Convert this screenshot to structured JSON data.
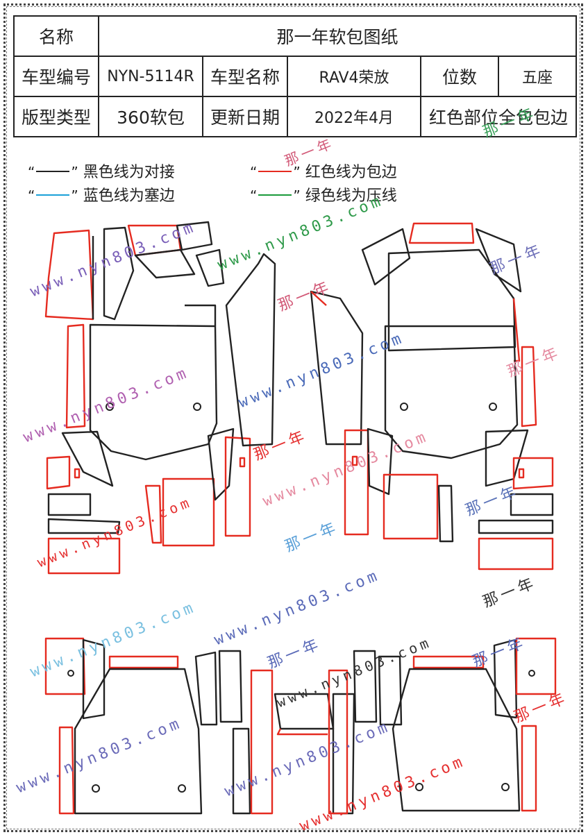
{
  "spec_table": {
    "row1": {
      "label": "名称",
      "value": "那一年软包图纸"
    },
    "row2": {
      "label_model_no": "车型编号",
      "model_no": "NYN-5114R",
      "label_model_name": "车型名称",
      "model_name": "RAV4荣放",
      "label_seats": "位数",
      "seats": "五座"
    },
    "row3": {
      "label_type": "版型类型",
      "type": "360软包",
      "label_date": "更新日期",
      "date": "2022年4月",
      "note": "红色部位全包包边"
    }
  },
  "legend": [
    {
      "open_quote": "“",
      "close_quote": "”",
      "color": "#222222",
      "text": "黑色线为对接"
    },
    {
      "open_quote": "“",
      "close_quote": "”",
      "color": "#e52b20",
      "text": "红色线为包边"
    },
    {
      "open_quote": "“",
      "close_quote": "”",
      "color": "#1aa0d8",
      "text": "蓝色线为塞边"
    },
    {
      "open_quote": "“",
      "close_quote": "”",
      "color": "#1a9a3a",
      "text": "绿色线为压线"
    }
  ],
  "watermarks": {
    "url": "www.nyn803.com",
    "brand": "那一年"
  },
  "colors": {
    "butt_joint": "#222222",
    "edge_wrap": "#e52b20",
    "tuck_edge": "#1aa0d8",
    "press_line": "#1a9a3a"
  }
}
